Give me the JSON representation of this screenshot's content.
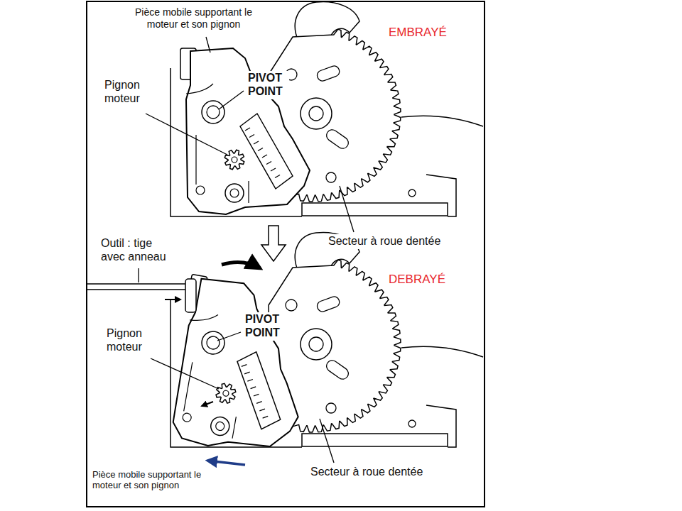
{
  "diagram": {
    "labels": [
      "Pièce mobile supportant le moteur et son pignon",
      "EMBRAYÉ",
      "PIVOT POINT",
      "Pignon moteur",
      "Secteur à roue dentée",
      "Outil : tige avec anneau",
      "DEBRAYÉ",
      "PIVOT POINT",
      "Pignon moteur",
      "Secteur à roue dentée",
      "Pièce mobile supportant le moteur et son pignon"
    ]
  }
}
